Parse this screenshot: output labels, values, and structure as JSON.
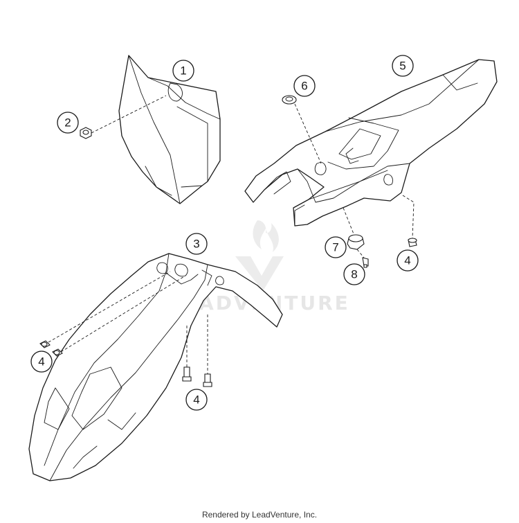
{
  "watermark": {
    "text": "LEADVENTURE",
    "icon": "flame-v-logo-icon",
    "color": "#e6e6e6"
  },
  "callouts": [
    {
      "id": "callout-1",
      "label": "1"
    },
    {
      "id": "callout-2",
      "label": "2"
    },
    {
      "id": "callout-3",
      "label": "3"
    },
    {
      "id": "callout-4-a",
      "label": "4"
    },
    {
      "id": "callout-4-b",
      "label": "4"
    },
    {
      "id": "callout-4-c",
      "label": "4"
    },
    {
      "id": "callout-5",
      "label": "5"
    },
    {
      "id": "callout-6",
      "label": "6"
    },
    {
      "id": "callout-7",
      "label": "7"
    },
    {
      "id": "callout-8",
      "label": "8"
    }
  ],
  "footer": {
    "text": "Rendered by LeadVenture, Inc."
  },
  "colors": {
    "line": "#1a1a1a",
    "background": "#ffffff"
  }
}
